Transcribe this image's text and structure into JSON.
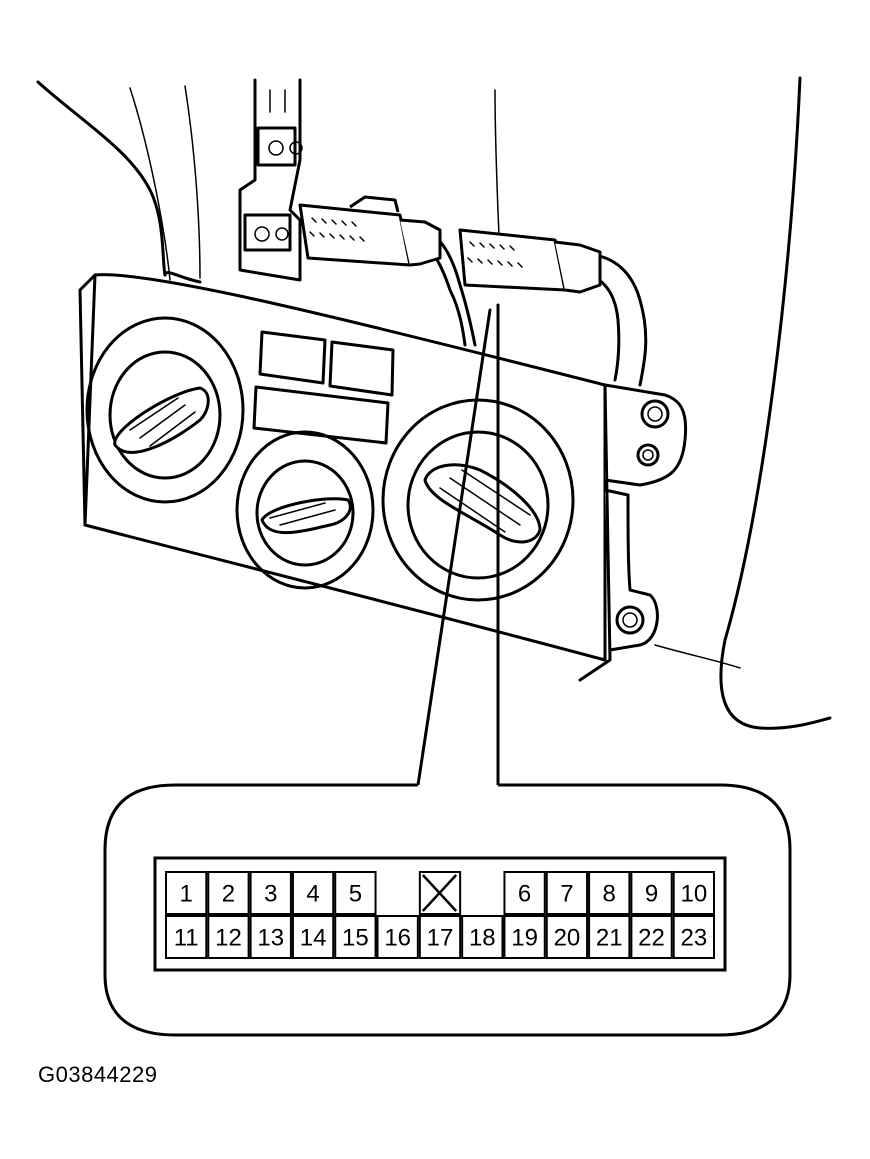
{
  "figure_id": "G03844229",
  "connector_face": {
    "top_row": [
      "1",
      "2",
      "3",
      "4",
      "5",
      "",
      "X",
      "",
      "6",
      "7",
      "8",
      "9",
      "10"
    ],
    "bottom_row": [
      "11",
      "12",
      "13",
      "14",
      "15",
      "16",
      "17",
      "18",
      "19",
      "20",
      "21",
      "22",
      "23"
    ],
    "blocked_cavity": "X"
  },
  "colors": {
    "ink": "#000000",
    "background": "#ffffff"
  }
}
